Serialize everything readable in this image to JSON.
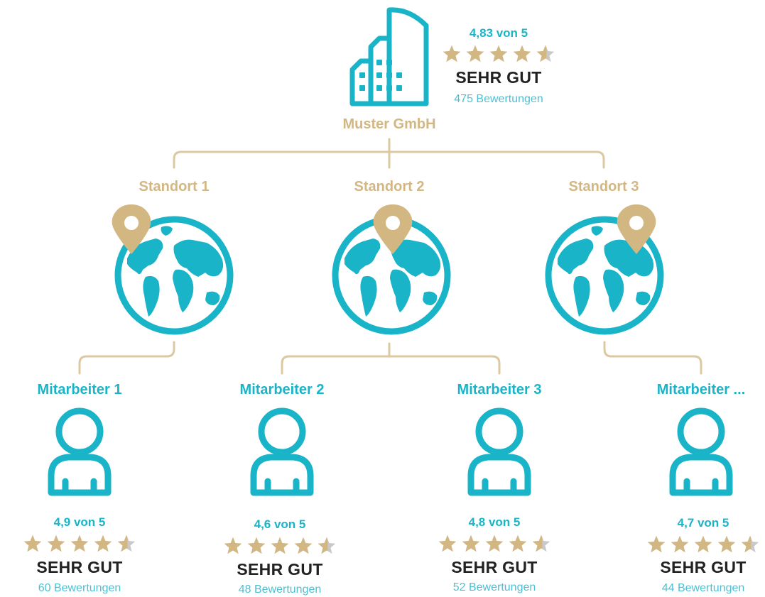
{
  "colors": {
    "primary": "#1ab4c8",
    "gold": "#d2b783",
    "line": "#dcc9a1",
    "star_empty": "#c9c9c9",
    "text_dark": "#222222"
  },
  "icons": {
    "company": "office-building-icon",
    "location": "globe-with-pin-icon",
    "employee": "person-icon",
    "rating": "star-icon"
  },
  "company": {
    "name": "Muster GmbH",
    "score_text": "4,83 von 5",
    "rating": 4.83,
    "verdict": "SEHR GUT",
    "reviews_text": "475 Bewertungen"
  },
  "locations": [
    {
      "label": "Standort 1"
    },
    {
      "label": "Standort 2"
    },
    {
      "label": "Standort 3"
    }
  ],
  "employees": [
    {
      "label": "Mitarbeiter 1",
      "score_text": "4,9 von 5",
      "rating": 4.9,
      "verdict": "SEHR GUT",
      "reviews_text": "60 Bewertungen"
    },
    {
      "label": "Mitarbeiter 2",
      "score_text": "4,6 von 5",
      "rating": 4.6,
      "verdict": "SEHR GUT",
      "reviews_text": "48 Bewertungen"
    },
    {
      "label": "Mitarbeiter 3",
      "score_text": "4,8 von 5",
      "rating": 4.8,
      "verdict": "SEHR GUT",
      "reviews_text": "52 Bewertungen"
    },
    {
      "label": "Mitarbeiter ...",
      "score_text": "4,7 von 5",
      "rating": 4.7,
      "verdict": "SEHR GUT",
      "reviews_text": "44 Bewertungen"
    }
  ]
}
